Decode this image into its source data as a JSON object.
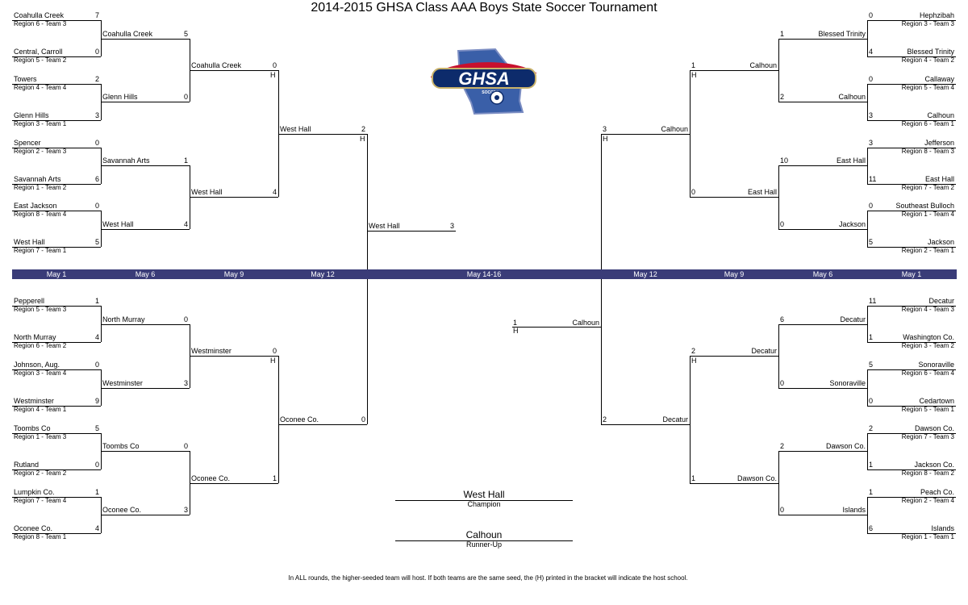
{
  "title": "2014-2015 GHSA Class AAA Boys State Soccer Tournament",
  "logo": {
    "icon": "ghsa-soccer-logo",
    "text": "GHSA",
    "subtext": "SOCCER"
  },
  "round_dates": {
    "left": [
      "May 1",
      "May 6",
      "May 9",
      "May 12"
    ],
    "center": "May 14-16",
    "right": [
      "May 12",
      "May 9",
      "May 6",
      "May 1"
    ]
  },
  "host_marker": "H",
  "bracket": {
    "r1_left": [
      {
        "team": "Coahulla Creek",
        "seed": "Region 6 - Team 3",
        "score": "7"
      },
      {
        "team": "Central, Carroll",
        "seed": "Region 5 - Team 2",
        "score": "0"
      },
      {
        "team": "Towers",
        "seed": "Region 4 - Team 4",
        "score": "2"
      },
      {
        "team": "Glenn Hills",
        "seed": "Region 3 - Team 1",
        "score": "3"
      },
      {
        "team": "Spencer",
        "seed": "Region 2 - Team 3",
        "score": "0"
      },
      {
        "team": "Savannah Arts",
        "seed": "Region 1 - Team 2",
        "score": "6"
      },
      {
        "team": "East Jackson",
        "seed": "Region 8 - Team 4",
        "score": "0"
      },
      {
        "team": "West Hall",
        "seed": "Region 7 - Team 1",
        "score": "5"
      },
      {
        "team": "Pepperell",
        "seed": "Region 5 - Team 3",
        "score": "1"
      },
      {
        "team": "North Murray",
        "seed": "Region 6 - Team 2",
        "score": "4"
      },
      {
        "team": "Johnson, Aug.",
        "seed": "Region 3 - Team 4",
        "score": "0"
      },
      {
        "team": "Westminster",
        "seed": "Region 4 - Team 1",
        "score": "9"
      },
      {
        "team": "Toombs Co",
        "seed": "Region 1 - Team 3",
        "score": "5"
      },
      {
        "team": "Rutland",
        "seed": "Region 2 - Team 2",
        "score": "0"
      },
      {
        "team": "Lumpkin Co.",
        "seed": "Region 7 - Team 4",
        "score": "1"
      },
      {
        "team": "Oconee Co.",
        "seed": "Region 8 - Team 1",
        "score": "4"
      }
    ],
    "r2_left": [
      {
        "team": "Coahulla Creek",
        "score": "5"
      },
      {
        "team": "Glenn Hills",
        "score": "0"
      },
      {
        "team": "Savannah Arts",
        "score": "1"
      },
      {
        "team": "West Hall",
        "score": "4"
      },
      {
        "team": "North Murray",
        "score": "0"
      },
      {
        "team": "Westminster",
        "score": "3"
      },
      {
        "team": "Toombs Co",
        "score": "0"
      },
      {
        "team": "Oconee Co.",
        "score": "3"
      }
    ],
    "r3_left": [
      {
        "team": "Coahulla Creek",
        "score": "0",
        "host": true
      },
      {
        "team": "West Hall",
        "score": "4",
        "host": false
      },
      {
        "team": "Westminster",
        "score": "0",
        "host": true
      },
      {
        "team": "Oconee Co.",
        "score": "1",
        "host": false
      }
    ],
    "r4_left": [
      {
        "team": "West Hall",
        "score": "2",
        "host": true
      },
      {
        "team": "Oconee Co.",
        "score": "0",
        "host": false
      }
    ],
    "final_left": {
      "team": "West Hall",
      "score": "3"
    },
    "final_right": {
      "team": "Calhoun",
      "score": "1",
      "host": true
    },
    "r4_right": [
      {
        "team": "Calhoun",
        "score": "3",
        "host": true
      },
      {
        "team": "Decatur",
        "score": "2",
        "host": false
      }
    ],
    "r3_right": [
      {
        "team": "Calhoun",
        "score": "1",
        "host": true
      },
      {
        "team": "East Hall",
        "score": "0",
        "host": false
      },
      {
        "team": "Decatur",
        "score": "2",
        "host": true
      },
      {
        "team": "Dawson Co.",
        "score": "1",
        "host": false
      }
    ],
    "r2_right": [
      {
        "team": "Blessed Trinity",
        "score": "1"
      },
      {
        "team": "Calhoun",
        "score": "2"
      },
      {
        "team": "East Hall",
        "score": "10"
      },
      {
        "team": "Jackson",
        "score": "0"
      },
      {
        "team": "Decatur",
        "score": "6"
      },
      {
        "team": "Sonoraville",
        "score": "0"
      },
      {
        "team": "Dawson Co.",
        "score": "2"
      },
      {
        "team": "Islands",
        "score": "0"
      }
    ],
    "r1_right": [
      {
        "team": "Hephzibah",
        "seed": "Region 3 - Team 3",
        "score": "0"
      },
      {
        "team": "Blessed Trinity",
        "seed": "Region 4 - Team 2",
        "score": "4"
      },
      {
        "team": "Callaway",
        "seed": "Region 5 - Team 4",
        "score": "0"
      },
      {
        "team": "Calhoun",
        "seed": "Region 6 - Team 1",
        "score": "3"
      },
      {
        "team": "Jefferson",
        "seed": "Region 8 - Team 3",
        "score": "3"
      },
      {
        "team": "East Hall",
        "seed": "Region 7 - Team 2",
        "score": "11"
      },
      {
        "team": "Southeast Bulloch",
        "seed": "Region 1 - Team 4",
        "score": "0"
      },
      {
        "team": "Jackson",
        "seed": "Region 2 - Team 1",
        "score": "5"
      },
      {
        "team": "Decatur",
        "seed": "Region 4 - Team 3",
        "score": "11"
      },
      {
        "team": "Washington Co.",
        "seed": "Region 3 - Team 2",
        "score": "1"
      },
      {
        "team": "Sonoraville",
        "seed": "Region 6 - Team 4",
        "score": "5"
      },
      {
        "team": "Cedartown",
        "seed": "Region 5 - Team 1",
        "score": "0"
      },
      {
        "team": "Dawson Co.",
        "seed": "Region 7 - Team 3",
        "score": "2"
      },
      {
        "team": "Jackson Co.",
        "seed": "Region 8 - Team 2",
        "score": "1"
      },
      {
        "team": "Peach Co.",
        "seed": "Region 2 - Team 4",
        "score": "1"
      },
      {
        "team": "Islands",
        "seed": "Region 1 - Team 1",
        "score": "6"
      }
    ]
  },
  "results": {
    "champion": {
      "name": "West Hall",
      "label": "Champion"
    },
    "runner_up": {
      "name": "Calhoun",
      "label": "Runner-Up"
    }
  },
  "footer_note": "In ALL rounds, the higher-seeded team will host.  If both teams are the same seed, the (H) printed in the bracket will indicate the host school."
}
